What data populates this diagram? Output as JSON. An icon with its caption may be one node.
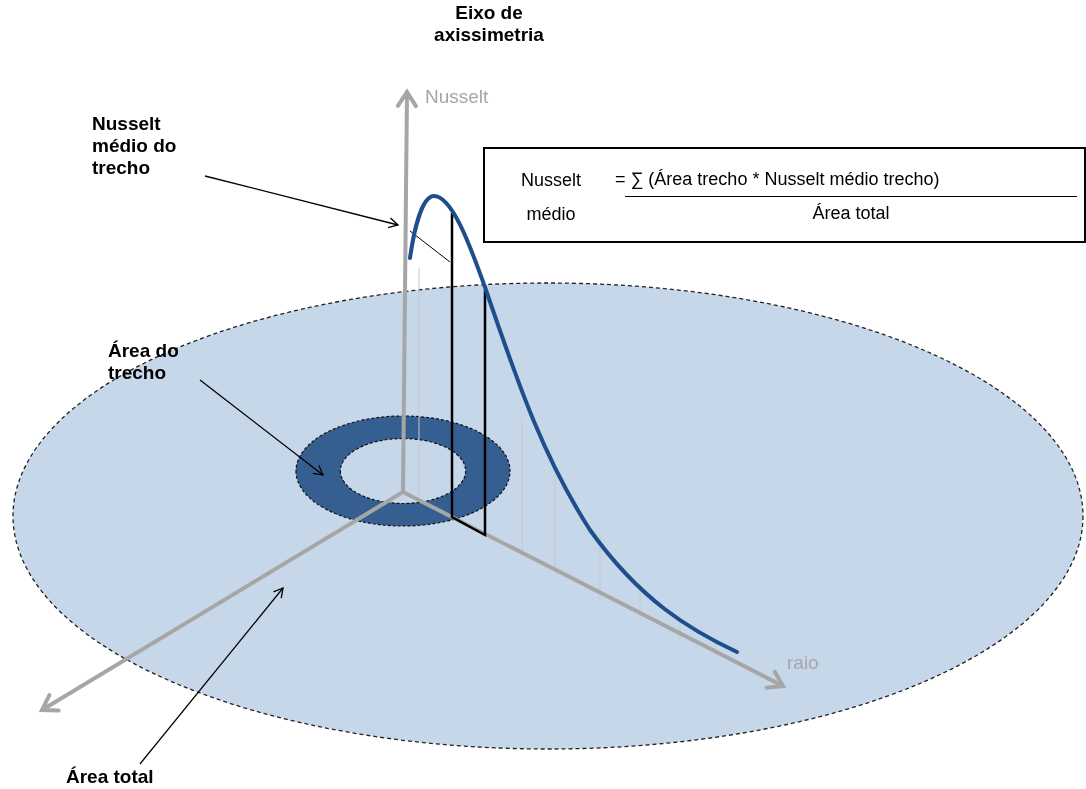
{
  "diagram": {
    "nodes": [
      {
        "text": [
          "Eixo de axissimetria"
        ]
      },
      {
        "text": [
          "Nusselt médio do trecho"
        ]
      },
      {
        "text": [
          "Área do trecho"
        ]
      },
      {
        "text": [],
        "shape": "ring",
        "in": 5
      },
      {
        "text": [
          "Área total"
        ]
      },
      {
        "text": [],
        "shape": "ellipse"
      },
      {
        "text": [
          "Nusselt médio",
          "= ∑ (Área trecho * Nusselt médio trecho)",
          "Área total"
        ]
      }
    ],
    "edges": [
      {
        "from": 1,
        "to": null,
        "arrow": "to"
      },
      {
        "from": 2,
        "to": 3,
        "arrow": "to"
      },
      {
        "from": 4,
        "to": 5,
        "arrow": "to"
      }
    ],
    "labels": [
      "Nusselt",
      "raio"
    ]
  }
}
